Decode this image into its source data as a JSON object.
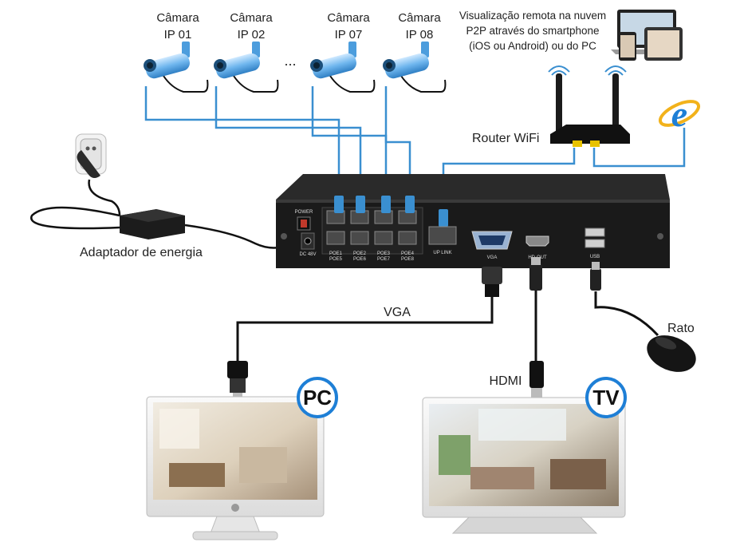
{
  "cameras": [
    {
      "line1": "Câmara",
      "line2": "IP 01"
    },
    {
      "line1": "Câmara",
      "line2": "IP 02"
    },
    {
      "line1": "Câmara",
      "line2": "IP 07"
    },
    {
      "line1": "Câmara",
      "line2": "IP 08"
    }
  ],
  "camera_ellipsis": "...",
  "remote": {
    "line1": "Visualização remota na nuvem",
    "line2": "P2P através do smartphone",
    "line3": "(iOS ou Android) ou do PC"
  },
  "router_label": "Router WiFi",
  "power_adapter_label": "Adaptador de energia",
  "mouse_label": "Rato",
  "vga_label": "VGA",
  "hdmi_label": "HDMI",
  "pc_badge": "PC",
  "tv_badge": "TV",
  "nvr": {
    "power": "POWER",
    "dc": "DC 48V",
    "poe_ports": [
      {
        "top": "POE1",
        "bottom": "POE5"
      },
      {
        "top": "POE2",
        "bottom": "POE6"
      },
      {
        "top": "POE3",
        "bottom": "POE7"
      },
      {
        "top": "POE4",
        "bottom": "POE8"
      }
    ],
    "uplink": "UP LINK",
    "vga": "VGA",
    "hdmi": "HD-OUT",
    "usb": "USB"
  },
  "colors": {
    "cable_blue": "#3a8fd0",
    "cable_black": "#111111",
    "nvr_body": "#1a1a1a",
    "ie_blue": "#1e7fd6",
    "ie_ring": "#f2b21b"
  },
  "icons": [
    "power-plug-icon",
    "ip-camera-icon",
    "wifi-router-icon",
    "internet-explorer-icon",
    "laptop-icon",
    "tablet-icon",
    "smartphone-icon",
    "mouse-icon",
    "vga-connector-icon",
    "hdmi-connector-icon",
    "usb-connector-icon"
  ]
}
